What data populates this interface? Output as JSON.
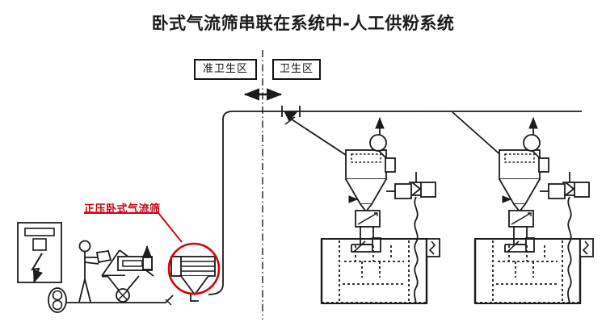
{
  "title": "卧式气流筛串联在系统中-人工供粉系统",
  "zones": {
    "semi_clean_label": "准卫生区",
    "clean_label": "卫生区",
    "divider": "dash-dot-vertical-line",
    "transfer_arrow": "double-headed-horizontal-arrow"
  },
  "callout": {
    "label": "正压卧式气流筛",
    "highlight_color": "#d9000d",
    "highlight_shape": "circle"
  },
  "colors": {
    "line": "#1b1b1b",
    "accent_red": "#d9000d",
    "background": "#ffffff",
    "fill": "#ffffff"
  },
  "equipment": [
    {
      "name": "control-cabinet",
      "description": "electrical control cabinet with lightning bolt symbol",
      "side": "left"
    },
    {
      "name": "operator-figure",
      "description": "worker pouring powder bag into hopper",
      "side": "left"
    },
    {
      "name": "feed-hopper-cart",
      "description": "manual feeding hopper on wheeled frame",
      "side": "left"
    },
    {
      "name": "screw-feeder",
      "description": "horizontal screw feeder with drive motor",
      "side": "left"
    },
    {
      "name": "roots-blower",
      "description": "roots blower air source",
      "side": "left"
    },
    {
      "name": "horizontal-airflow-sieve",
      "description": "positive pressure horizontal airflow sieve",
      "side": "left"
    },
    {
      "name": "conveying-pipe",
      "description": "pneumatic conveying pipeline rising to ceiling level",
      "side": "center"
    },
    {
      "name": "diverter-valve",
      "description": "two-way diverter valve on overhead line",
      "side": "center"
    },
    {
      "name": "receiving-silo-1",
      "description": "receiving hopper with integrated filter cartridge",
      "side": "right"
    },
    {
      "name": "exhaust-fan-1",
      "description": "exhaust fan with vent arrow",
      "side": "right"
    },
    {
      "name": "rotary-valve-1",
      "description": "rotary discharge valve under silo cone",
      "side": "right"
    },
    {
      "name": "discharge-chute-1",
      "description": "discharge chute to process below",
      "side": "right"
    },
    {
      "name": "control-panel-1",
      "description": "local control panel with flexible conduit",
      "side": "right"
    },
    {
      "name": "platform-1",
      "description": "mezzanine platform structure",
      "side": "right"
    },
    {
      "name": "receiving-silo-2",
      "description": "receiving hopper with integrated filter cartridge",
      "side": "far-right"
    },
    {
      "name": "exhaust-fan-2",
      "description": "exhaust fan with vent arrow",
      "side": "far-right"
    },
    {
      "name": "rotary-valve-2",
      "description": "rotary discharge valve under silo cone",
      "side": "far-right"
    },
    {
      "name": "discharge-chute-2",
      "description": "discharge chute to process below",
      "side": "far-right"
    },
    {
      "name": "control-panel-2",
      "description": "local control panel with flexible conduit",
      "side": "far-right"
    },
    {
      "name": "platform-2",
      "description": "mezzanine platform structure",
      "side": "far-right"
    }
  ]
}
